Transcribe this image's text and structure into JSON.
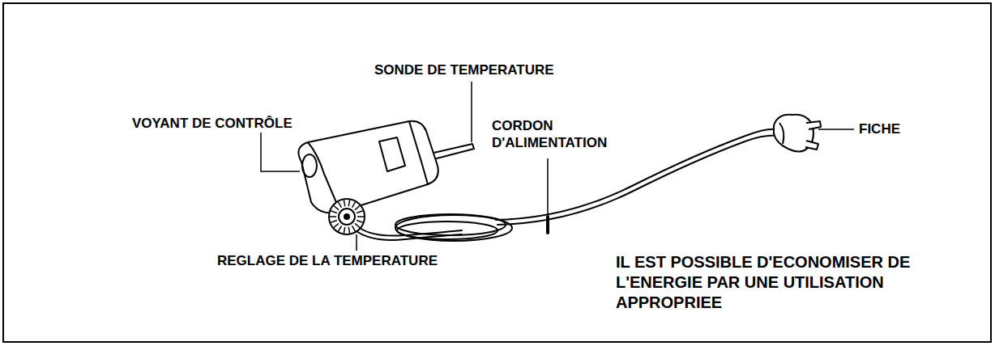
{
  "diagram": {
    "labels": [
      "SONDE DE TEMPERATURE",
      "VOYANT DE CONTRÔLE",
      "CORDON D'ALIMENTATION",
      "FICHE",
      "REGLAGE DE LA TEMPERATURE",
      "IL EST POSSIBLE D'ECONOMISER DE L'ENERGIE PAR UNE UTILISATION APPROPRIEE"
    ]
  }
}
